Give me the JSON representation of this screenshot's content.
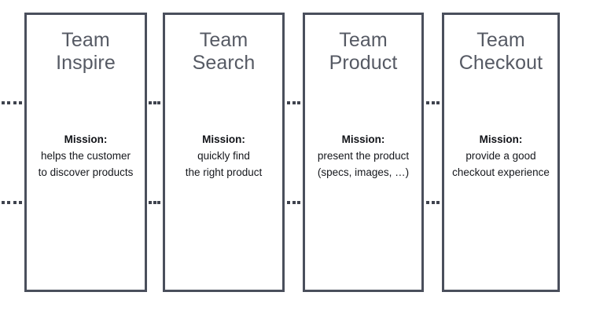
{
  "diagram": {
    "background_color": "#ffffff",
    "border_color": "#4a4f5c",
    "title_color": "#565a64",
    "text_color": "#15171c",
    "dot_color": "#3f434e",
    "mission_label": "Mission:",
    "teams": [
      {
        "title": "Team\nInspire",
        "title_line1": "Team",
        "title_line2": "Inspire",
        "mission_label": "Mission:",
        "mission": "helps the customer\nto discover products"
      },
      {
        "title": "Team\nSearch",
        "title_line1": "Team",
        "title_line2": "Search",
        "mission_label": "Mission:",
        "mission": "quickly find\nthe right product"
      },
      {
        "title": "Team\nProduct",
        "title_line1": "Team",
        "title_line2": "Product",
        "mission_label": "Mission:",
        "mission": "present the product\n(specs, images, …)"
      },
      {
        "title": "Team\nCheckout",
        "title_line1": "Team",
        "title_line2": "Checkout",
        "mission_label": "Mission:",
        "mission": "provide a good\ncheckout experience"
      }
    ],
    "connectors": [
      {
        "name": "connector-left-upper",
        "dots": 4
      },
      {
        "name": "connector-left-lower",
        "dots": 4
      },
      {
        "name": "connector-1-2-upper",
        "dots": 3
      },
      {
        "name": "connector-1-2-lower",
        "dots": 3
      },
      {
        "name": "connector-2-3-upper",
        "dots": 3
      },
      {
        "name": "connector-2-3-lower",
        "dots": 3
      },
      {
        "name": "connector-3-4-upper",
        "dots": 3
      },
      {
        "name": "connector-3-4-lower",
        "dots": 3
      }
    ]
  }
}
